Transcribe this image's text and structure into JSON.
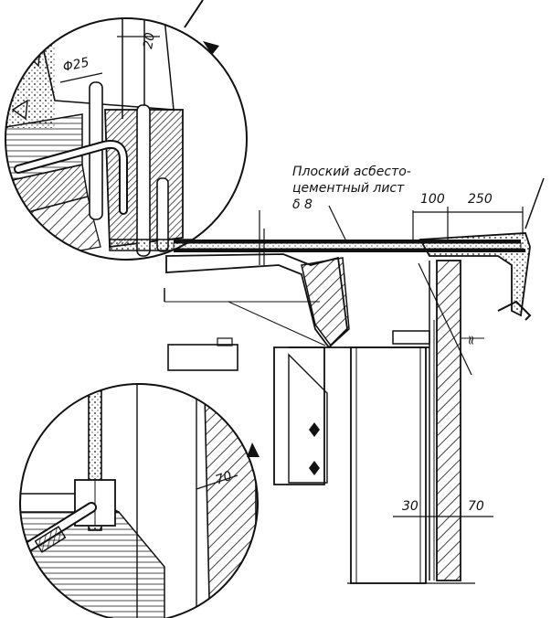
{
  "labels": {
    "material_line1": "Плоский асбесто-",
    "material_line2": "цементный лист",
    "thickness": "δ 8"
  },
  "dimensions": {
    "rod_diameter": "Φ25",
    "gap_top": "20",
    "width_100": "100",
    "width_250": "250",
    "gap_70_left": "70",
    "gap_30": "30",
    "gap_70_right": "70",
    "approx": "≈"
  },
  "colors": {
    "ink": "#111111",
    "paper": "#ffffff"
  }
}
